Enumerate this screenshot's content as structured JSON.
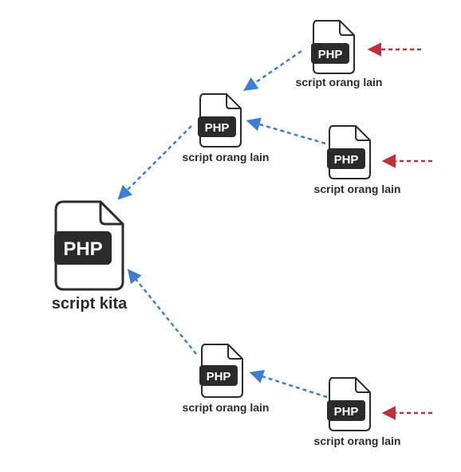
{
  "colors": {
    "file_outline": "#2b2b2b",
    "badge_fill": "#2b2b2b",
    "badge_text": "#ffffff",
    "label_text": "#2b2b2b",
    "dependency_arrow": "#3b7dd8",
    "incoming_arrow": "#c0303a"
  },
  "icon": "php-file-icon",
  "nodes": {
    "main": {
      "badge": "PHP",
      "label": "script kita"
    },
    "lib_top": {
      "badge": "PHP",
      "label": "script orang lain"
    },
    "lib_top_a": {
      "badge": "PHP",
      "label": "script orang lain"
    },
    "lib_top_b": {
      "badge": "PHP",
      "label": "script orang lain"
    },
    "lib_bottom": {
      "badge": "PHP",
      "label": "script orang lain"
    },
    "lib_bottom_a": {
      "badge": "PHP",
      "label": "script orang lain"
    }
  }
}
